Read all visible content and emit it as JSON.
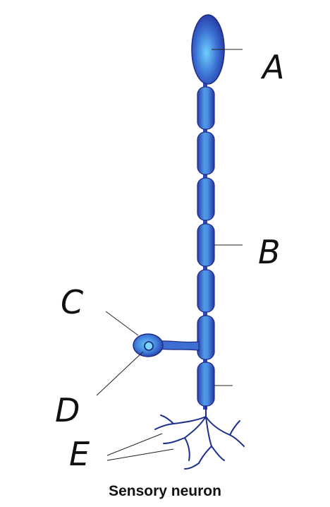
{
  "diagram": {
    "caption": "Sensory neuron",
    "labels": {
      "a": "A",
      "b": "B",
      "c": "C",
      "d": "D",
      "e": "E"
    },
    "colors": {
      "membrane_dark": "#2b3fae",
      "membrane_light": "#5ec4f5",
      "outline": "#1c2a7a",
      "label_ink": "#111111"
    }
  }
}
